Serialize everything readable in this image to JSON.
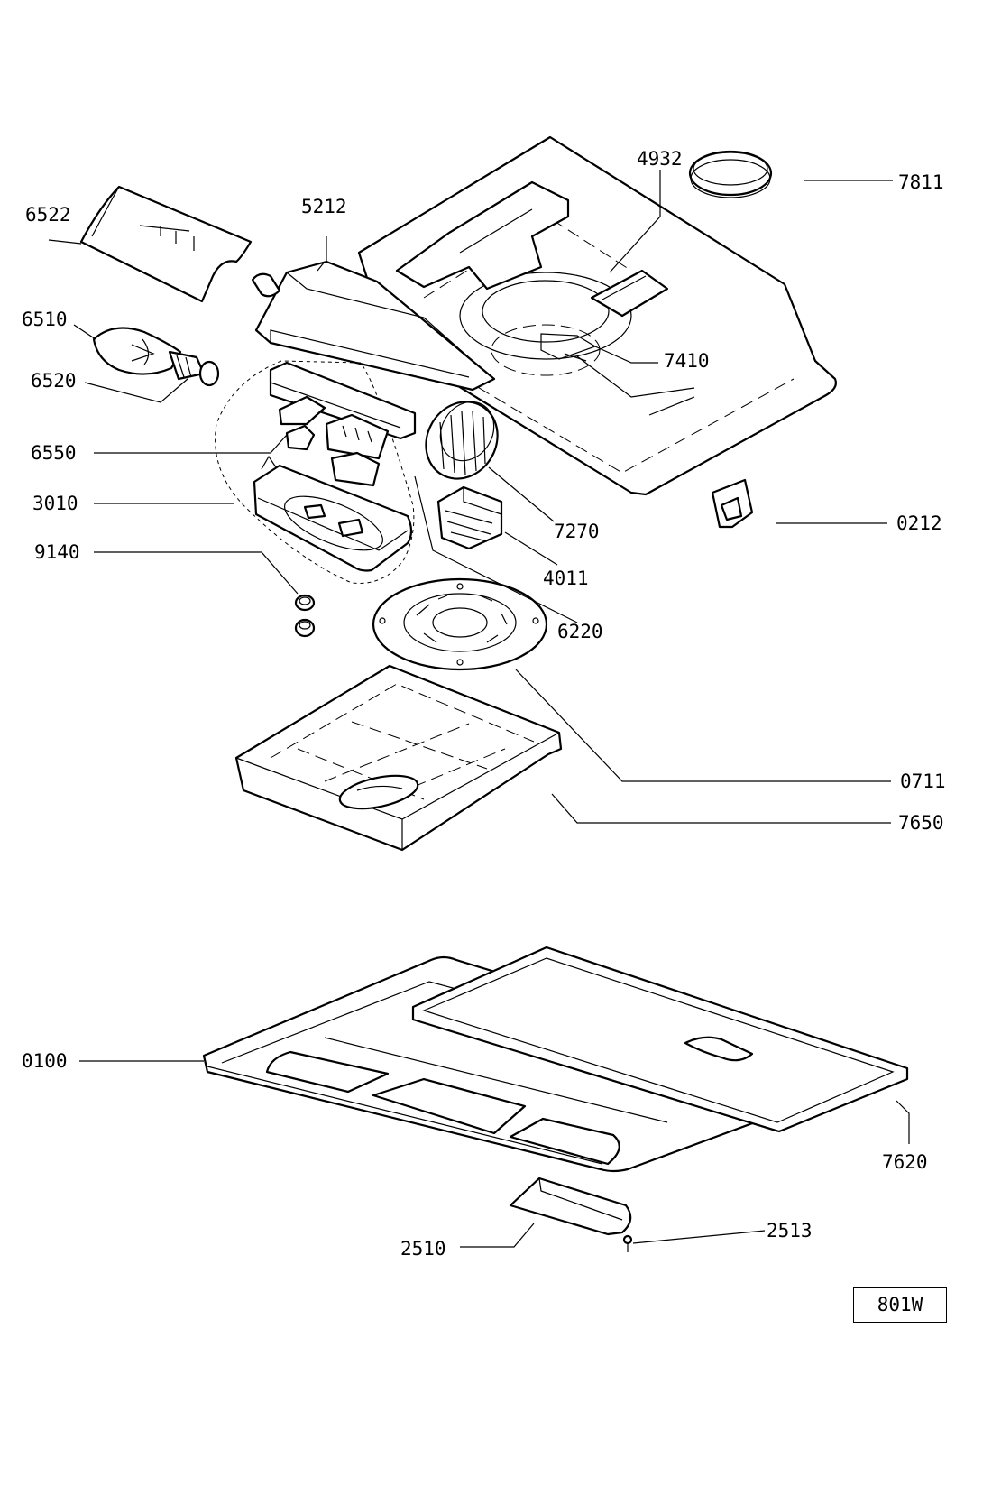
{
  "drawing": {
    "code": "801W",
    "callouts": [
      {
        "id": "6522",
        "label": "6522"
      },
      {
        "id": "5212",
        "label": "5212"
      },
      {
        "id": "4932",
        "label": "4932"
      },
      {
        "id": "7811",
        "label": "7811"
      },
      {
        "id": "6510",
        "label": "6510"
      },
      {
        "id": "6520",
        "label": "6520"
      },
      {
        "id": "7410",
        "label": "7410"
      },
      {
        "id": "6550",
        "label": "6550"
      },
      {
        "id": "3010",
        "label": "3010"
      },
      {
        "id": "7270",
        "label": "7270"
      },
      {
        "id": "0212",
        "label": "0212"
      },
      {
        "id": "9140",
        "label": "9140"
      },
      {
        "id": "4011",
        "label": "4011"
      },
      {
        "id": "6220",
        "label": "6220"
      },
      {
        "id": "0711",
        "label": "0711"
      },
      {
        "id": "7650",
        "label": "7650"
      },
      {
        "id": "0100",
        "label": "0100"
      },
      {
        "id": "7620",
        "label": "7620"
      },
      {
        "id": "2513",
        "label": "2513"
      },
      {
        "id": "2510",
        "label": "2510"
      }
    ]
  }
}
